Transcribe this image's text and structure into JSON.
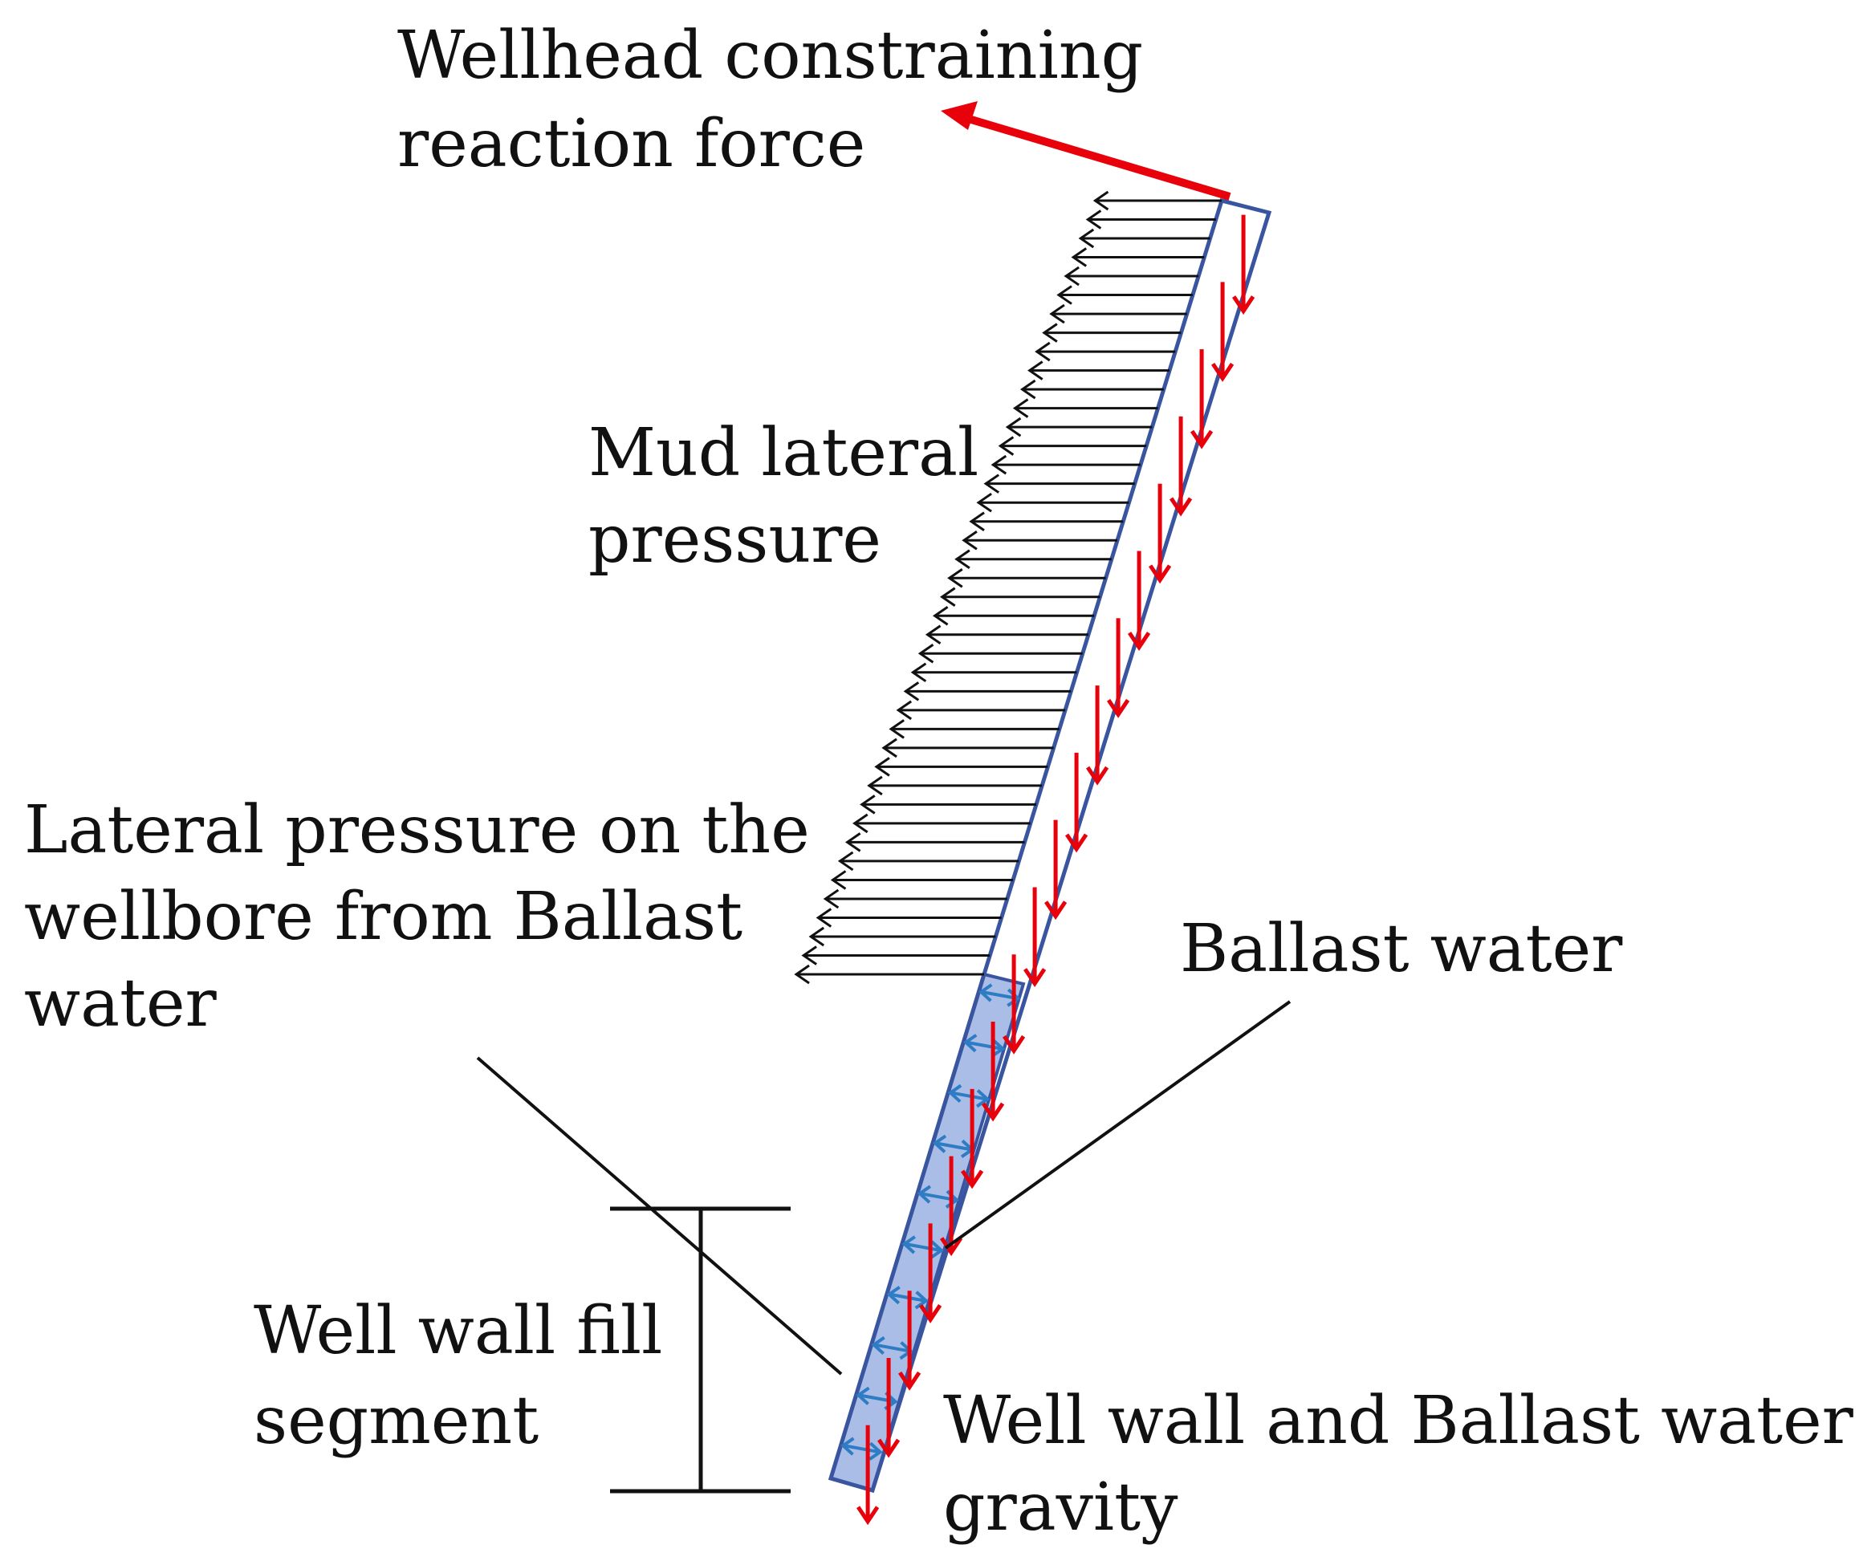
{
  "labels": {
    "wellhead_line1": "Wellhead constraining",
    "wellhead_line2": "reaction force",
    "mud_line1": "Mud lateral",
    "mud_line2": "pressure",
    "lateral_line1": "Lateral pressure on the",
    "lateral_line2": "wellbore from Ballast",
    "lateral_line3": "water",
    "ballast": "Ballast water",
    "fill_line1": "Well wall fill",
    "fill_line2": "segment",
    "gravity_line1": "Well wall and Ballast water",
    "gravity_line2": "gravity"
  },
  "colors": {
    "wellbore_outline": "#3a55a0",
    "ballast_fill": "#a9bde6",
    "ballast_arrows": "#2e7cc4",
    "gravity_arrows": "#e8000b",
    "reaction_force": "#e8000b",
    "mud_arrows": "#111111"
  },
  "icons": {
    "reaction": "arrow-left-icon",
    "mud_pressure": "arrow-left-icon",
    "gravity": "arrow-down-icon",
    "ballast_pressure": "double-arrow-icon"
  }
}
